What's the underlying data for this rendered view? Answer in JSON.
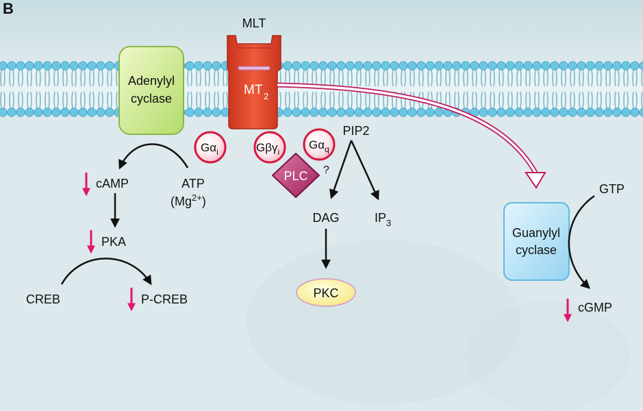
{
  "panel_letter": "B",
  "receptor": {
    "ligand": "MLT",
    "name": "MT",
    "subscript": "2"
  },
  "adenylyl_cyclase": {
    "line1": "Adenylyl",
    "line2": "cyclase"
  },
  "guanylyl_cyclase": {
    "line1": "Guanylyl",
    "line2": "cyclase"
  },
  "g_proteins": {
    "alpha_i": {
      "base": "G",
      "greek": "α",
      "sub": "i"
    },
    "beta_gamma": {
      "base": "G",
      "greek": "βγ",
      "sub": "i"
    },
    "alpha_q": {
      "base": "G",
      "greek": "α",
      "sub": "q"
    }
  },
  "plc": "PLC",
  "question_mark": "?",
  "pip2": "PIP2",
  "dag": "DAG",
  "ip3": {
    "base": "IP",
    "sub": "3"
  },
  "pkc": "PKC",
  "atp": {
    "line1": "ATP",
    "line2_base": "(Mg",
    "line2_sup": "2+",
    "line2_end": ")"
  },
  "camp": "cAMP",
  "pka": "PKA",
  "creb": "CREB",
  "p_creb": "P-CREB",
  "gtp": "GTP",
  "cgmp": "cGMP",
  "colors": {
    "background": "#dde9ec",
    "membrane": "#6cc6e3",
    "receptor": "#e0462a",
    "adenylyl_cyclase": "#cfe9a0",
    "guanylyl_cyclase": "#bfe4f5",
    "g_protein_ring": "#d6183f",
    "plc": "#b83370",
    "pkc": "#fbf3a0",
    "down_arrow": "#e0156e",
    "arrow": "#111111"
  }
}
